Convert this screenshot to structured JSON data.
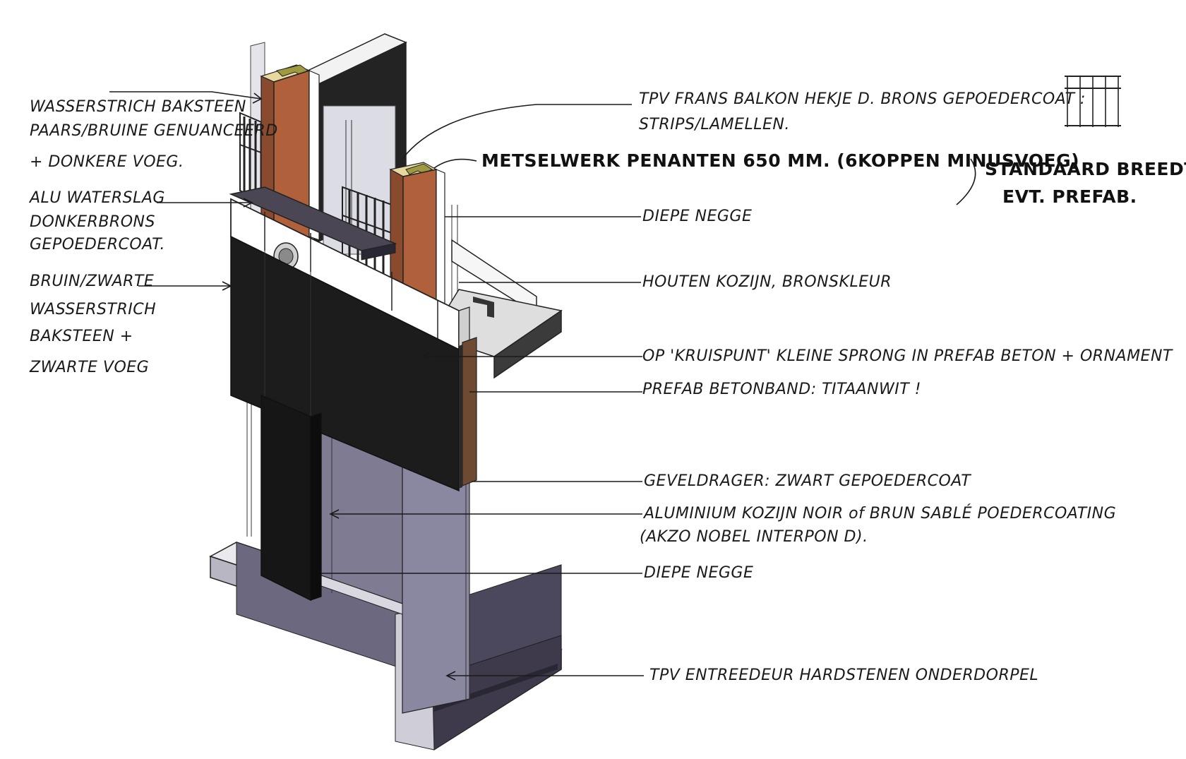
{
  "colors": {
    "brick_orange": "#b0603a",
    "brick_dark": "#1c1c1c",
    "concrete_white": "#ffffff",
    "bronze": "#3a3530",
    "glass_grey": "#d6d6dc",
    "sill_grey": "#4a4654"
  },
  "labels_left": {
    "l1_line1": "WASSERSTRICH BAKSTEEN",
    "l1_line2": "PAARS/BRUINE GENUANCEERD",
    "l1_line3": "+ DONKERE VOEG.",
    "l2_line1": "ALU WATERSLAG",
    "l2_line2": "DONKERBRONS",
    "l2_line3": "GEPOEDERCOAT.",
    "l3_line1": "BRUIN/ZWARTE",
    "l3_line2": "WASSERSTRICH",
    "l3_line3": "BAKSTEEN +",
    "l3_line4": "ZWARTE VOEG"
  },
  "labels_right": {
    "r1_line1": "TPV FRANS BALKON HEKJE D. BRONS GEPOEDERCOAT :",
    "r1_line2": "STRIPS/LAMELLEN.",
    "r2": "METSELWERK PENANTEN 650 MM. (6KOPPEN MINUSVOEG)",
    "r2_note_line1": "STANDAARD BREEDTE",
    "r2_note_line2": "EVT. PREFAB.",
    "r3": "DIEPE NEGGE",
    "r4": "HOUTEN KOZIJN, BRONSKLEUR",
    "r5": "OP 'KRUISPUNT' KLEINE SPRONG IN PREFAB BETON + ORNAMENT",
    "r6": "PREFAB BETONBAND: TITAANWIT !",
    "r7": "GEVELDRAGER: ZWART GEPOEDERCOAT",
    "r8_line1": "ALUMINIUM KOZIJN  NOIR of BRUN SABLÉ POEDERCOATING",
    "r8_line2": "(AKZO NOBEL INTERPON D).",
    "r9": "DIEPE NEGGE",
    "r10": "TPV ENTREEDEUR HARDSTENEN ONDERDORPEL"
  }
}
